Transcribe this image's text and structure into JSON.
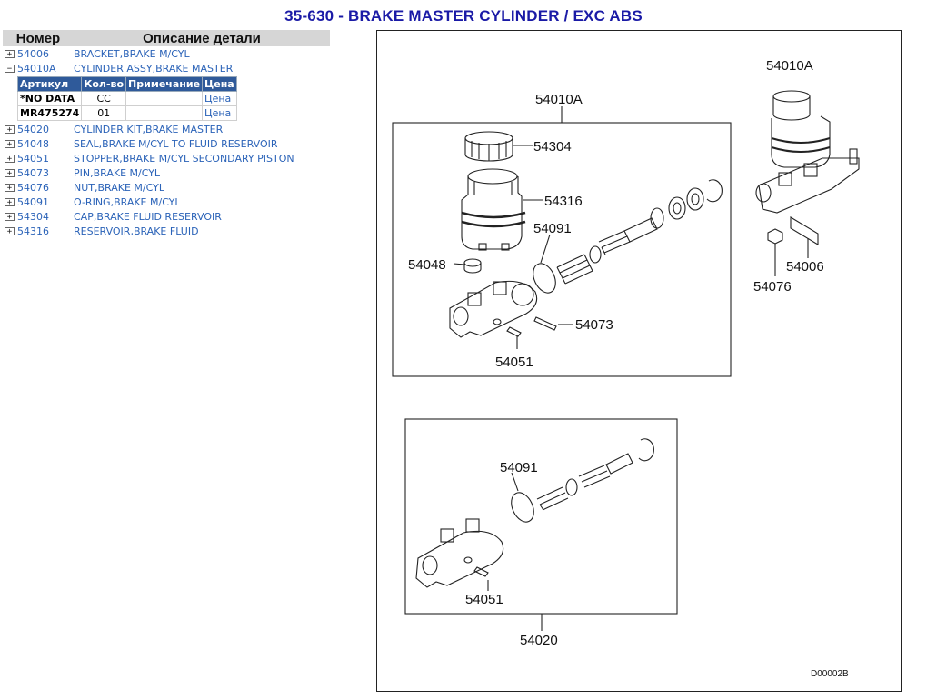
{
  "title": "35-630 - BRAKE MASTER CYLINDER / EXC ABS",
  "columns": {
    "number": "Номер",
    "description": "Описание детали"
  },
  "parts": [
    {
      "toggle": "+",
      "number": "54006",
      "description": "BRACKET,BRAKE M/CYL"
    },
    {
      "toggle": "−",
      "number": "54010A",
      "description": "CYLINDER ASSY,BRAKE MASTER"
    },
    {
      "toggle": "+",
      "number": "54020",
      "description": "CYLINDER KIT,BRAKE MASTER"
    },
    {
      "toggle": "+",
      "number": "54048",
      "description": "SEAL,BRAKE M/CYL TO FLUID RESERVOIR"
    },
    {
      "toggle": "+",
      "number": "54051",
      "description": "STOPPER,BRAKE M/CYL SECONDARY PISTON"
    },
    {
      "toggle": "+",
      "number": "54073",
      "description": "PIN,BRAKE M/CYL"
    },
    {
      "toggle": "+",
      "number": "54076",
      "description": "NUT,BRAKE M/CYL"
    },
    {
      "toggle": "+",
      "number": "54091",
      "description": "O-RING,BRAKE M/CYL"
    },
    {
      "toggle": "+",
      "number": "54304",
      "description": "CAP,BRAKE FLUID RESERVOIR"
    },
    {
      "toggle": "+",
      "number": "54316",
      "description": "RESERVOIR,BRAKE FLUID"
    }
  ],
  "subtable": {
    "headers": [
      "Артикул",
      "Кол-во",
      "Примечание",
      "Цена"
    ],
    "rows": [
      {
        "article": "*NO DATA",
        "qty": "CC",
        "note": "",
        "price": "Цена"
      },
      {
        "article": "MR475274",
        "qty": "01",
        "note": "",
        "price": "Цена"
      }
    ]
  },
  "diagram": {
    "labels": {
      "top_group": "54010A",
      "assy_right": "54010A",
      "cap": "54304",
      "reservoir": "54316",
      "oring_top": "54091",
      "seal": "54048",
      "pin": "54073",
      "stopper_top": "54051",
      "bracket": "54006",
      "nut": "54076",
      "oring_kit": "54091",
      "stopper_kit": "54051",
      "kit_group": "54020",
      "drawing_code": "D00002B"
    }
  }
}
